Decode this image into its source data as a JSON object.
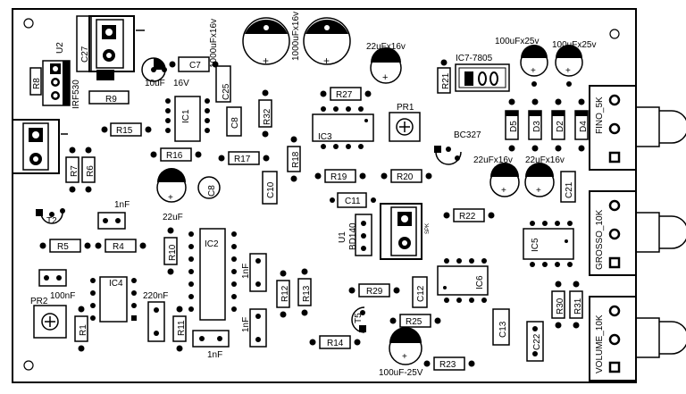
{
  "colors": {
    "ink": "#000000",
    "paper": "#ffffff"
  },
  "components": [
    {
      "id": "u2",
      "label": "U2"
    },
    {
      "id": "r8",
      "label": "R8"
    },
    {
      "id": "irf",
      "label": "IRF530"
    },
    {
      "id": "c27",
      "label": "C27"
    },
    {
      "id": "r9",
      "label": "R9"
    },
    {
      "id": "c10uf",
      "label": "10uF"
    },
    {
      "id": "v16",
      "label": "16V"
    },
    {
      "id": "c7",
      "label": "C7"
    },
    {
      "id": "c25",
      "label": "C25"
    },
    {
      "id": "cap1000a",
      "label": "1000uFx16v"
    },
    {
      "id": "cap1000b",
      "label": "1000uFx16v"
    },
    {
      "id": "cap22a",
      "label": "22uFx16v"
    },
    {
      "id": "ic7",
      "label": "IC7-7805"
    },
    {
      "id": "cap100a",
      "label": "100uFx25v"
    },
    {
      "id": "cap100b",
      "label": "100uFx25v"
    },
    {
      "id": "r21",
      "label": "R21"
    },
    {
      "id": "r27",
      "label": "R27"
    },
    {
      "id": "pr1",
      "label": "PR1"
    },
    {
      "id": "ic3",
      "label": "IC3"
    },
    {
      "id": "bc327",
      "label": "BC327"
    },
    {
      "id": "d5",
      "label": "D5"
    },
    {
      "id": "d3",
      "label": "D3"
    },
    {
      "id": "d2",
      "label": "D2"
    },
    {
      "id": "d4",
      "label": "D4"
    },
    {
      "id": "fino",
      "label": "FINO_5K"
    },
    {
      "id": "ic1",
      "label": "IC1"
    },
    {
      "id": "c8a",
      "label": "C8"
    },
    {
      "id": "r32",
      "label": "R32"
    },
    {
      "id": "r15",
      "label": "R15"
    },
    {
      "id": "r16",
      "label": "R16"
    },
    {
      "id": "r17",
      "label": "R17"
    },
    {
      "id": "r18",
      "label": "R18"
    },
    {
      "id": "r19",
      "label": "R19"
    },
    {
      "id": "r20",
      "label": "R20"
    },
    {
      "id": "cap22b",
      "label": "22uFx16v"
    },
    {
      "id": "cap22c",
      "label": "22uFx16v"
    },
    {
      "id": "c21",
      "label": "C21"
    },
    {
      "id": "r7",
      "label": "R7"
    },
    {
      "id": "r6",
      "label": "R6"
    },
    {
      "id": "c8b",
      "label": "C8"
    },
    {
      "id": "c10",
      "label": "C10"
    },
    {
      "id": "c11",
      "label": "C11"
    },
    {
      "id": "cap22uf",
      "label": "22uF"
    },
    {
      "id": "nf1",
      "label": "1nF"
    },
    {
      "id": "t2",
      "label": "T2"
    },
    {
      "id": "r5",
      "label": "R5"
    },
    {
      "id": "r4",
      "label": "R4"
    },
    {
      "id": "u1",
      "label": "U1"
    },
    {
      "id": "bd140",
      "label": "BD140"
    },
    {
      "id": "spk",
      "label": "SPK"
    },
    {
      "id": "r22",
      "label": "R22"
    },
    {
      "id": "ic5",
      "label": "IC5"
    },
    {
      "id": "grosso",
      "label": "GROSSO_10K"
    },
    {
      "id": "ic2",
      "label": "IC2"
    },
    {
      "id": "r10",
      "label": "R10"
    },
    {
      "id": "nf2",
      "label": "1nF"
    },
    {
      "id": "r12",
      "label": "R12"
    },
    {
      "id": "r13",
      "label": "R13"
    },
    {
      "id": "ic4",
      "label": "IC4"
    },
    {
      "id": "nf100",
      "label": "100nF"
    },
    {
      "id": "pr2",
      "label": "PR2"
    },
    {
      "id": "nf220",
      "label": "220nF"
    },
    {
      "id": "r1",
      "label": "R1"
    },
    {
      "id": "r11",
      "label": "R11"
    },
    {
      "id": "nf3",
      "label": "1nF"
    },
    {
      "id": "nf4",
      "label": "1nF"
    },
    {
      "id": "r29",
      "label": "R29"
    },
    {
      "id": "c12",
      "label": "C12"
    },
    {
      "id": "ic6",
      "label": "IC6"
    },
    {
      "id": "t5",
      "label": "T5"
    },
    {
      "id": "r25",
      "label": "R25"
    },
    {
      "id": "r14",
      "label": "R14"
    },
    {
      "id": "c13",
      "label": "C13"
    },
    {
      "id": "c22",
      "label": "C22"
    },
    {
      "id": "r30",
      "label": "R30"
    },
    {
      "id": "r31",
      "label": "R31"
    },
    {
      "id": "volume",
      "label": "VOLUME_10K"
    },
    {
      "id": "cap100c",
      "label": "100uF-25V"
    },
    {
      "id": "r23",
      "label": "R23"
    }
  ]
}
